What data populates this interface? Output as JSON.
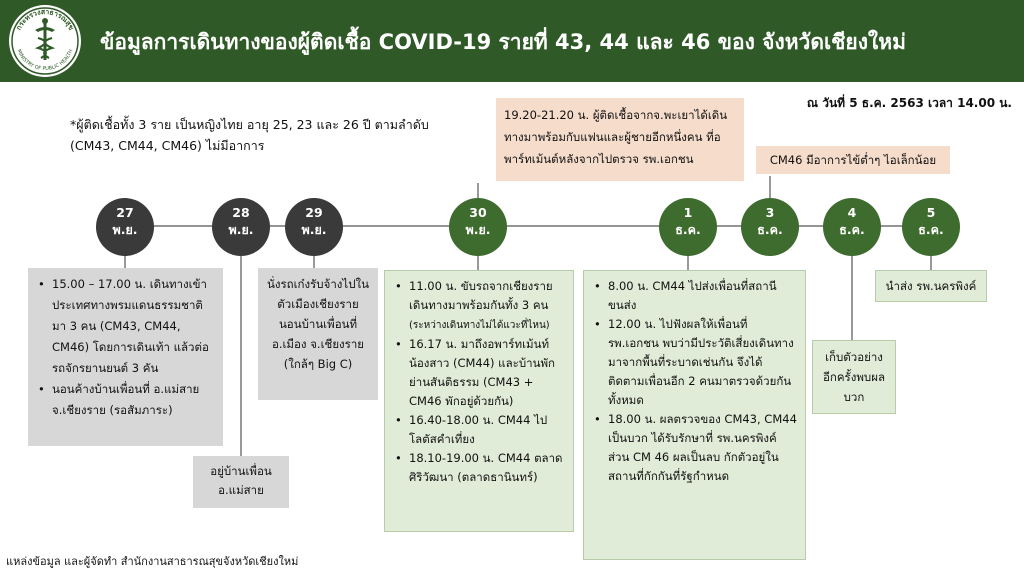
{
  "header": {
    "title": "ข้อมูลการเดินทางของผู้ติดเชื้อ COVID-19 รายที่ 43, 44 และ 46 ของ จังหวัดเชียงใหม่",
    "logo_text_top": "กระทรวงสาธารณสุข",
    "logo_text_bottom": "MINISTRY OF PUBLIC HEALTH"
  },
  "stamp": "ณ วันที่ 5 ธ.ค. 2563 เวลา 14.00 น.",
  "note": {
    "line1": "*ผู้ติดเชื้อทั้ง 3 ราย เป็นหญิงไทย อายุ 25, 23 และ 26 ปี ตามลำดับ",
    "line2": "(CM43, CM44, CM46) ไม่มีอาการ"
  },
  "dates": [
    {
      "day": "27",
      "month": "พ.ย."
    },
    {
      "day": "28",
      "month": "พ.ย."
    },
    {
      "day": "29",
      "month": "พ.ย."
    },
    {
      "day": "30",
      "month": "พ.ย."
    },
    {
      "day": "1",
      "month": "ธ.ค."
    },
    {
      "day": "3",
      "month": "ธ.ค."
    },
    {
      "day": "4",
      "month": "ธ.ค."
    },
    {
      "day": "5",
      "month": "ธ.ค."
    }
  ],
  "boxes": {
    "d27": [
      "15.00 – 17.00 น. เดินทางเข้าประเทศทางพรมแดนธรรมชาติ มา 3 คน (CM43, CM44, CM46) โดยการเดินเท้า แล้วต่อรถจักรยานยนต์ 3 คัน",
      "นอนค้างบ้านเพื่อนที่ อ.แม่สาย จ.เชียงราย (รอสัมภาระ)"
    ],
    "d28": [
      "อยู่บ้านเพื่อน",
      "อ.แม่สาย"
    ],
    "d29": "นั่งรถเก๋งรับจ้างไปในตัวเมืองเชียงราย นอนบ้านเพื่อนที่ อ.เมือง จ.เชียงราย (ใกล้ๆ Big C)",
    "d30": [
      "11.00 น. ขับรถจากเชียงราย เดินทางมาพร้อมกันทั้ง 3 คน",
      "(ระหว่างเดินทางไม่ได้แวะที่ไหน)",
      "16.17 น. มาถึงอพาร์ทเม้นท์น้องสาว (CM44) และบ้านพักย่านสันติธรรม (CM43 + CM46 พักอยู่ด้วยกัน)",
      "16.40-18.00 น. CM44 ไปโลตัสคำเที่ยง",
      "18.10-19.00 น. CM44 ตลาดศิริวัฒนา (ตลาดธานินทร์)"
    ],
    "d30_top": "19.20-21.20 น. ผู้ติดเชื้อจากจ.พะเยาได้เดินทางมาพร้อมกับแฟนและผู้ชายอีกหนึ่งคน ที่อพาร์ทเม้นต์หลังจากไปตรวจ รพ.เอกชน",
    "d1": [
      "8.00 น. CM44 ไปส่งเพื่อนที่สถานีขนส่ง",
      "12.00 น. ไปฟังผลให้เพื่อนที่ รพ.เอกชน พบว่ามีประวัติเสี่ยงเดินทางมาจากพื้นที่ระบาดเช่นกัน จึงได้ติดตามเพื่อนอีก 2 คนมาตรวจด้วยกันทั้งหมด",
      "18.00 น. ผลตรวจของ CM43, CM44 เป็นบวก ได้รับรักษาที่ รพ.นครพิงค์ ส่วน CM 46 ผลเป็นลบ กักตัวอยู่ในสถานที่กักกันที่รัฐกำหนด"
    ],
    "d3_top": "CM46 มีอาการไข้ต่ำๆ ไอเล็กน้อย",
    "d4": "เก็บตัวอย่างอีกครั้งพบผลบวก",
    "d5": "นำส่ง รพ.นครพิงค์"
  },
  "source": "แหล่งข้อมูล และผู้จัดทำ สำนักงานสาธารณสุขจังหวัดเชียงใหม่",
  "colors": {
    "header": "#2f5a27",
    "circle_dark": "#3a3a3a",
    "circle_green": "#3e6b2e",
    "box_grey": "#d7d7d7",
    "box_green": "#e1ecd8",
    "box_pink": "#f5dccb"
  }
}
